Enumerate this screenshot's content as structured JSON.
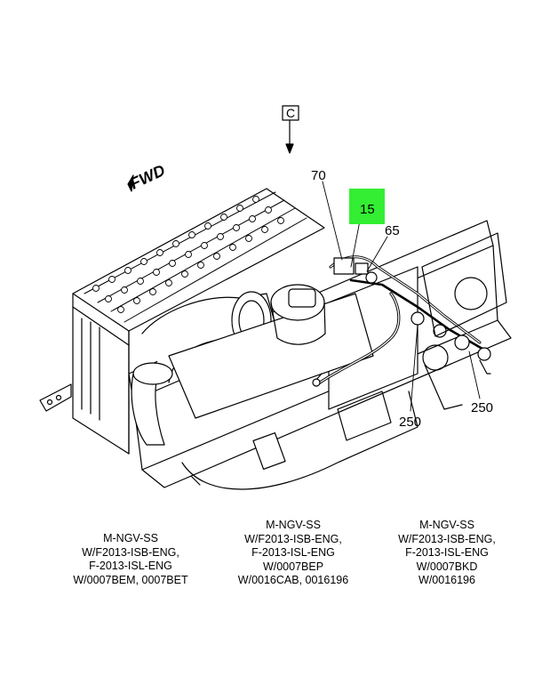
{
  "diagram": {
    "view_label": "C",
    "forward_label": "FWD",
    "callouts": {
      "c70": "70",
      "c15": "15",
      "c65": "65",
      "c250a": "250",
      "c250b": "250"
    },
    "highlight_color": "#33ee33"
  },
  "captions": [
    {
      "lines": [
        "M-NGV-SS",
        "W/F2013-ISB-ENG,",
        "F-2013-ISL-ENG",
        "W/0007BEM, 0007BET"
      ]
    },
    {
      "lines": [
        "M-NGV-SS",
        "W/F2013-ISB-ENG,",
        "F-2013-ISL-ENG",
        "W/0007BEP",
        "W/0016CAB, 0016196"
      ]
    },
    {
      "lines": [
        "M-NGV-SS",
        "W/F2013-ISB-ENG,",
        "F-2013-ISL-ENG",
        "W/0007BKD",
        "W/0016196"
      ]
    }
  ]
}
